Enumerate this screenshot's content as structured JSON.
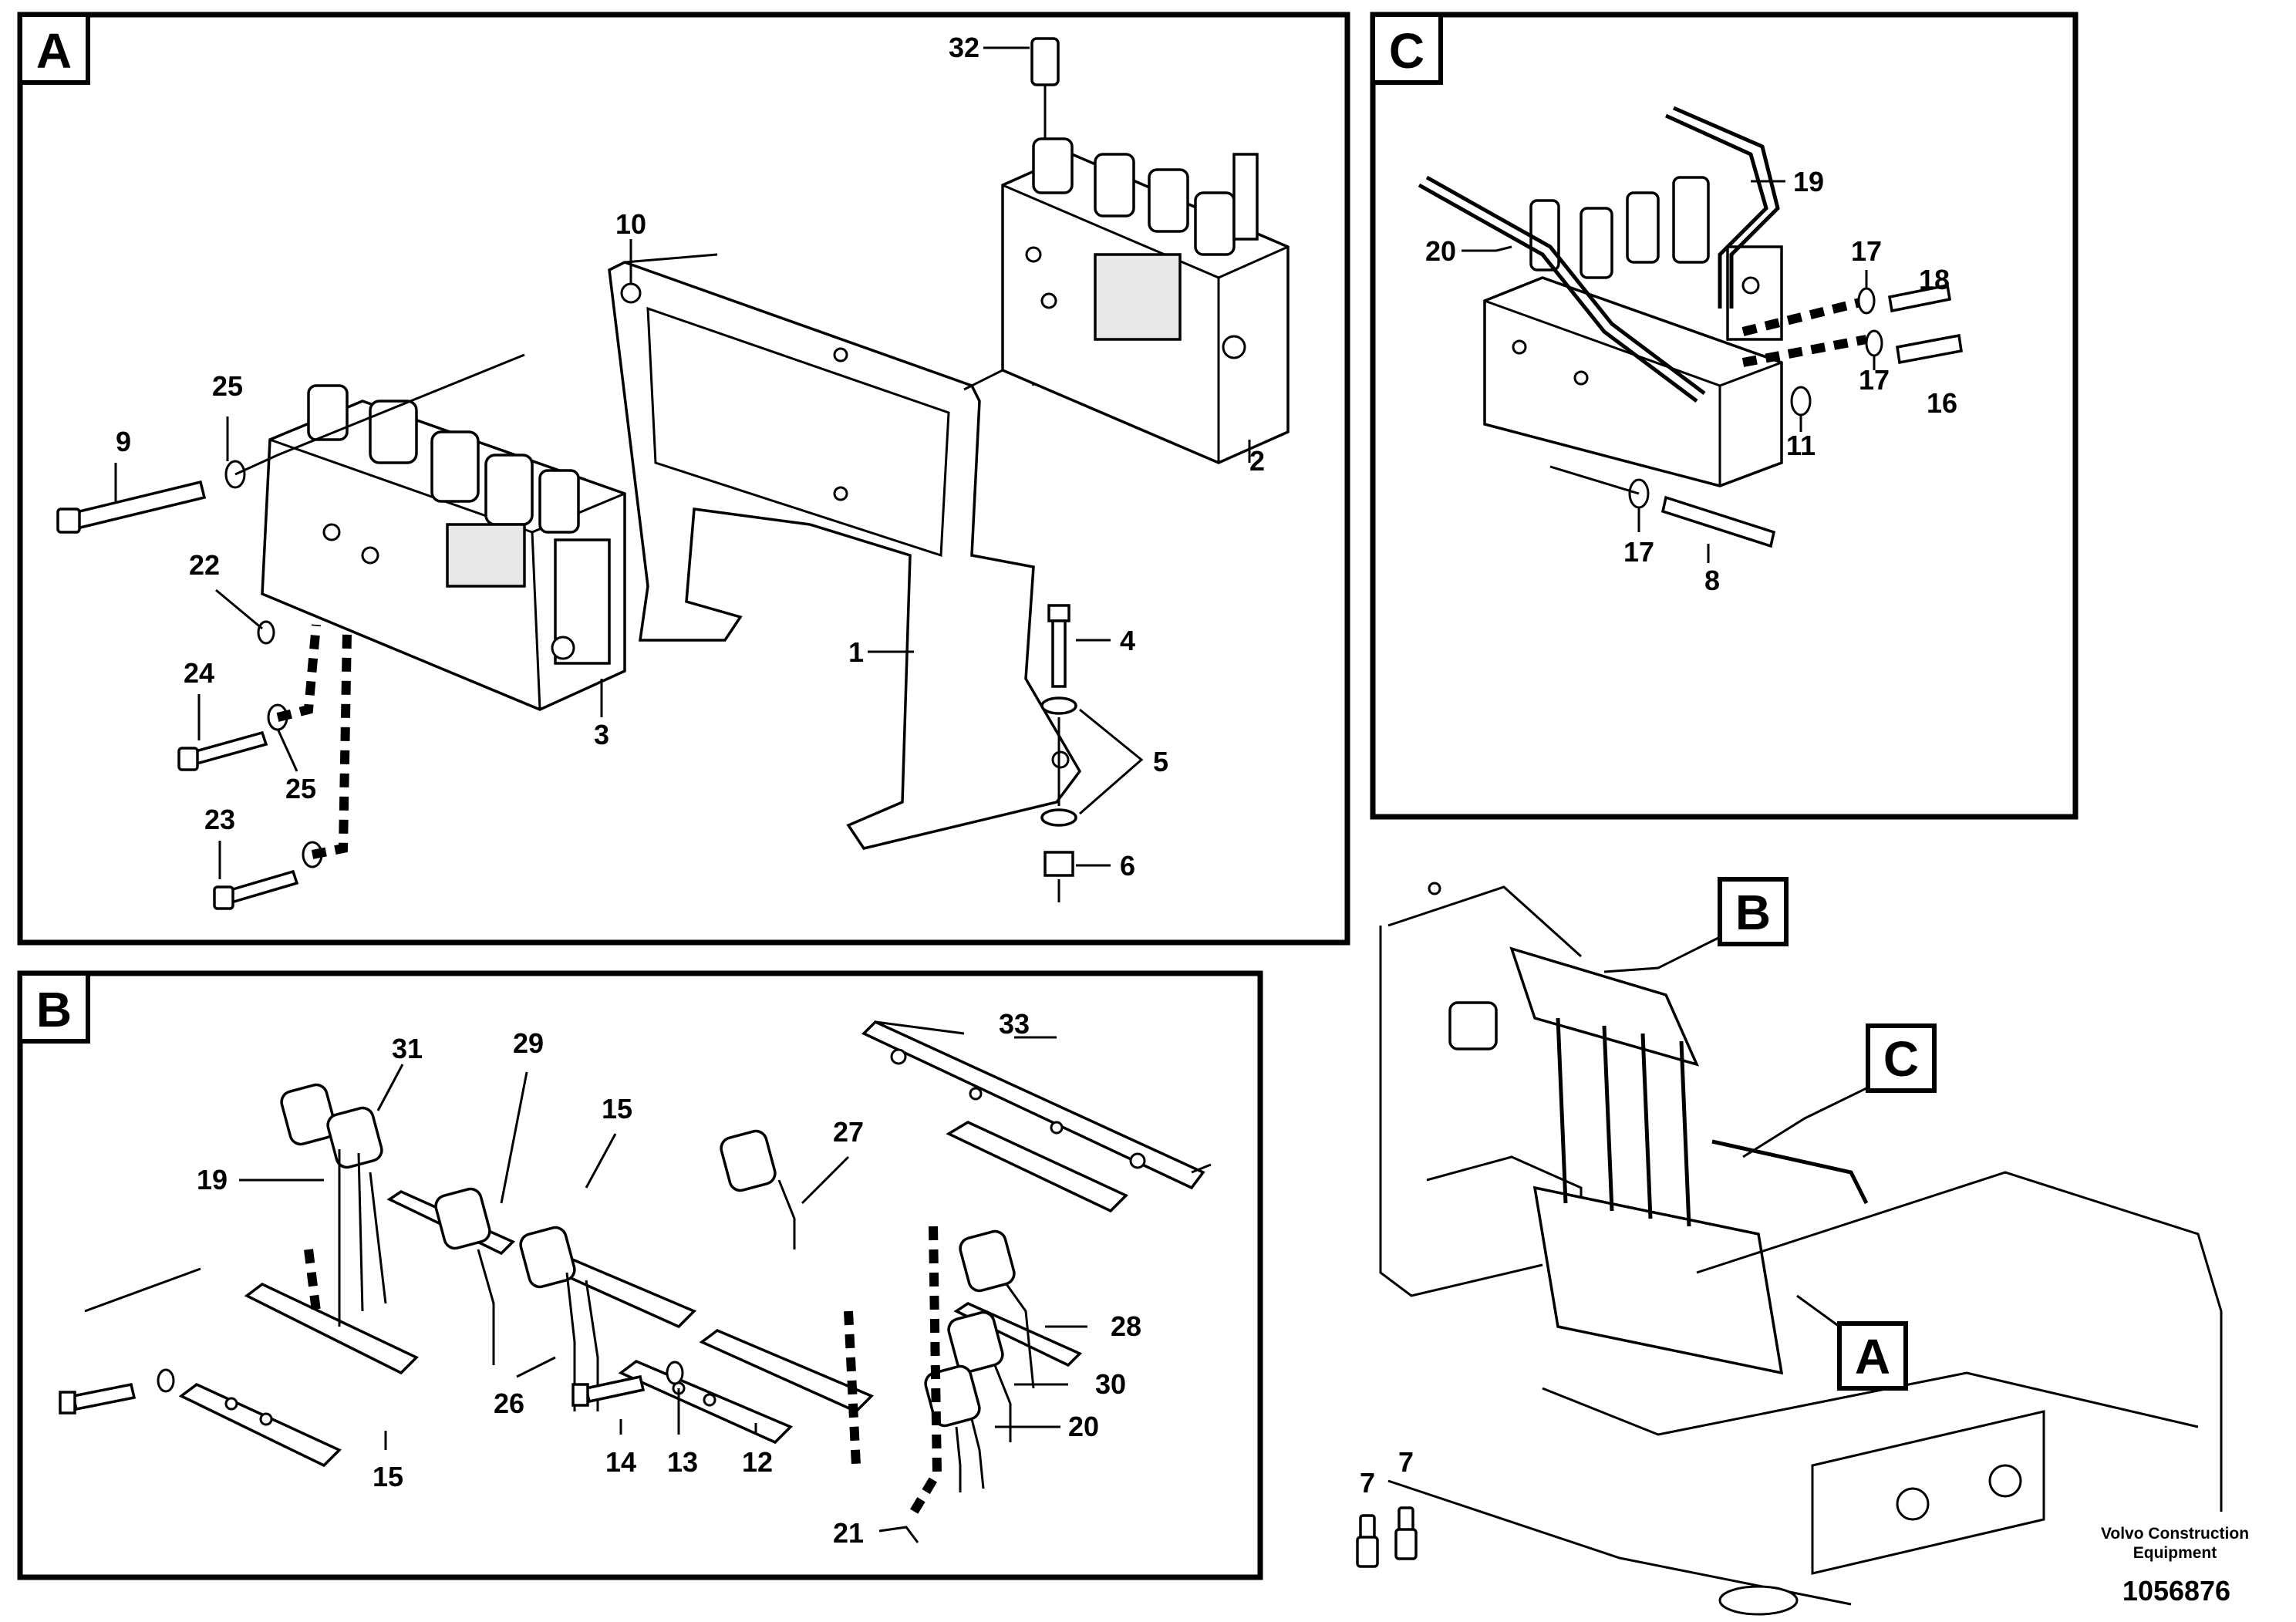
{
  "panels": {
    "a": {
      "tag": "A"
    },
    "b": {
      "tag": "B"
    },
    "c": {
      "tag": "C"
    }
  },
  "overview": {
    "callouts": [
      "B",
      "C",
      "A"
    ]
  },
  "labels": {
    "a": [
      "32",
      "10",
      "25",
      "9",
      "22",
      "24",
      "25",
      "23",
      "3",
      "2",
      "1",
      "4",
      "5",
      "6"
    ],
    "b": [
      "33",
      "31",
      "29",
      "15",
      "19",
      "27",
      "28",
      "26",
      "30",
      "15",
      "14",
      "13",
      "12",
      "20",
      "21"
    ],
    "c": [
      "19",
      "20",
      "17",
      "18",
      "17",
      "16",
      "11",
      "17",
      "8"
    ],
    "overview": [
      "7",
      "7"
    ]
  },
  "footer": {
    "brand_line1": "Volvo Construction",
    "brand_line2": "Equipment",
    "doc_number": "1056876"
  }
}
